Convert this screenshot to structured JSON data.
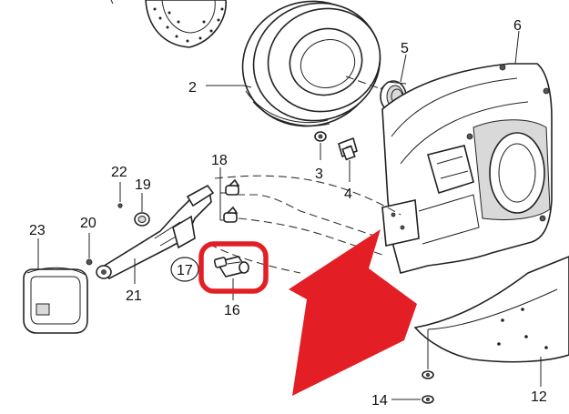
{
  "diagram": {
    "part_labels": {
      "p2": "2",
      "p3": "3",
      "p4": "4",
      "p5": "5",
      "p6": "6",
      "p12": "12",
      "p14": "14",
      "p16": "16",
      "p17": "17",
      "p18": "18",
      "p19": "19",
      "p20": "20",
      "p21": "21",
      "p22": "22",
      "p23": "23"
    },
    "highlight_color": "#e31e24",
    "highlight_target": "16"
  }
}
